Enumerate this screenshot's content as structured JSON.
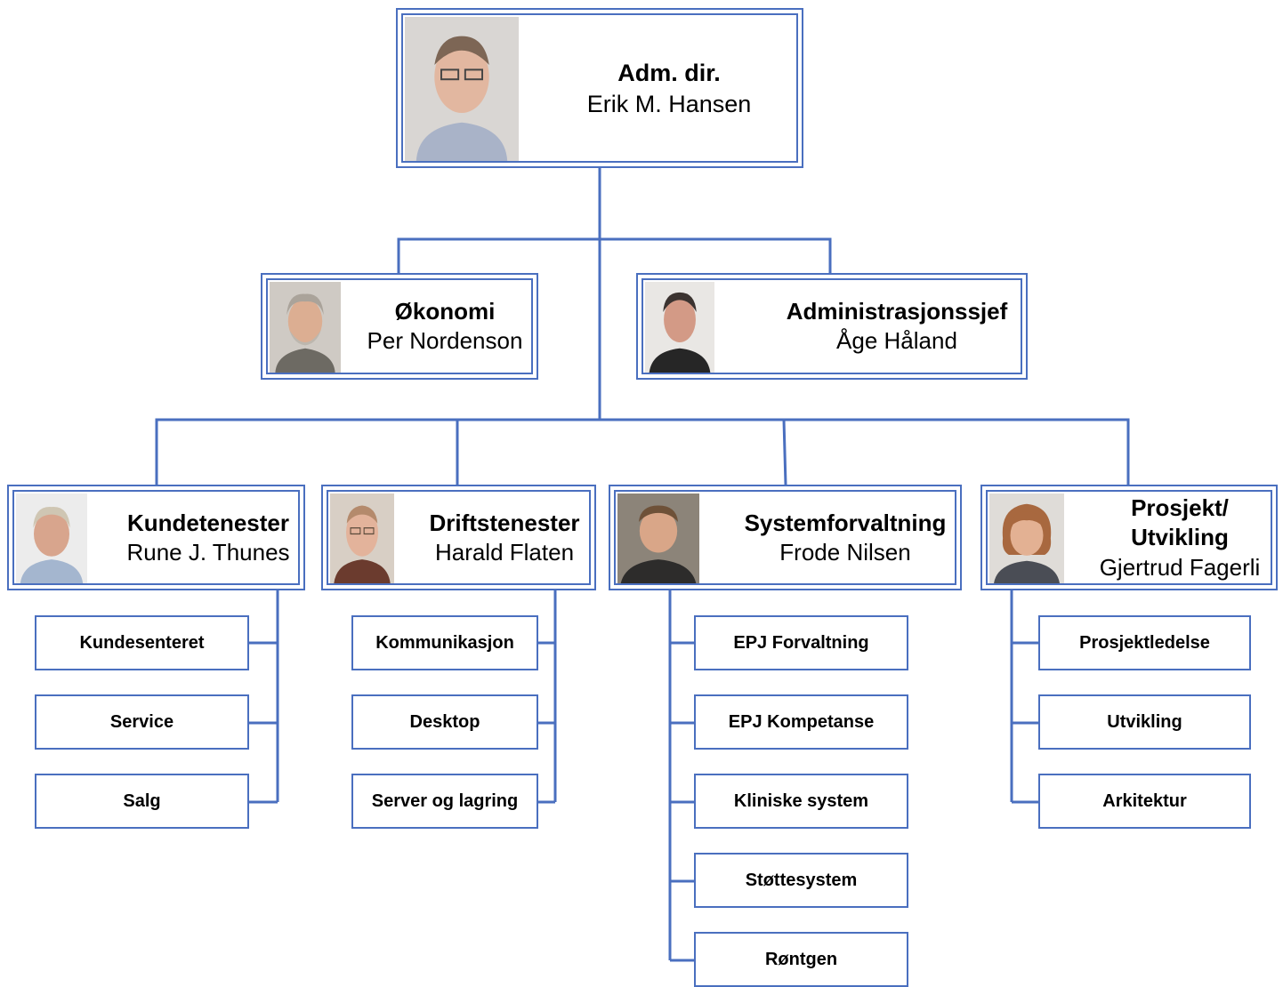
{
  "colors": {
    "line": "#4a6fbf"
  },
  "ceo": {
    "title": "Adm. dir.",
    "name": "Erik M. Hansen"
  },
  "staff": [
    {
      "title": "Økonomi",
      "name": "Per Nordenson"
    },
    {
      "title": "Administrasjonssjef",
      "name": "Åge Håland"
    }
  ],
  "departments": [
    {
      "title": "Kundetenester",
      "name": "Rune J. Thunes",
      "units": [
        "Kundesenteret",
        "Service",
        "Salg"
      ]
    },
    {
      "title": "Driftstenester",
      "name": "Harald Flaten",
      "units": [
        "Kommunikasjon",
        "Desktop",
        "Server og lagring"
      ]
    },
    {
      "title": "Systemforvaltning",
      "name": "Frode Nilsen",
      "units": [
        "EPJ Forvaltning",
        "EPJ Kompetanse",
        "Kliniske system",
        "Støttesystem",
        "Røntgen"
      ]
    },
    {
      "title": "Prosjekt/ Utvikling",
      "name": "Gjertrud Fagerli",
      "units": [
        "Prosjektledelse",
        "Utvikling",
        "Arkitektur"
      ]
    }
  ]
}
